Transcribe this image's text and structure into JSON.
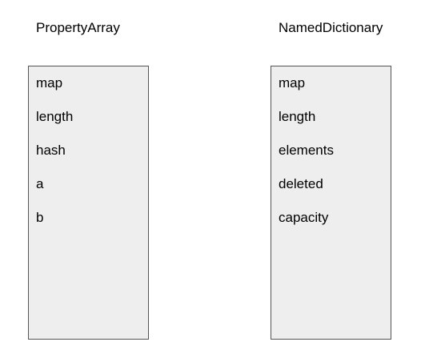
{
  "diagram": {
    "structures": [
      {
        "title": "PropertyArray",
        "fields": [
          "map",
          "length",
          "hash",
          "a",
          "b"
        ]
      },
      {
        "title": "NamedDictionary",
        "fields": [
          "map",
          "length",
          "elements",
          "deleted",
          "capacity"
        ]
      }
    ]
  }
}
